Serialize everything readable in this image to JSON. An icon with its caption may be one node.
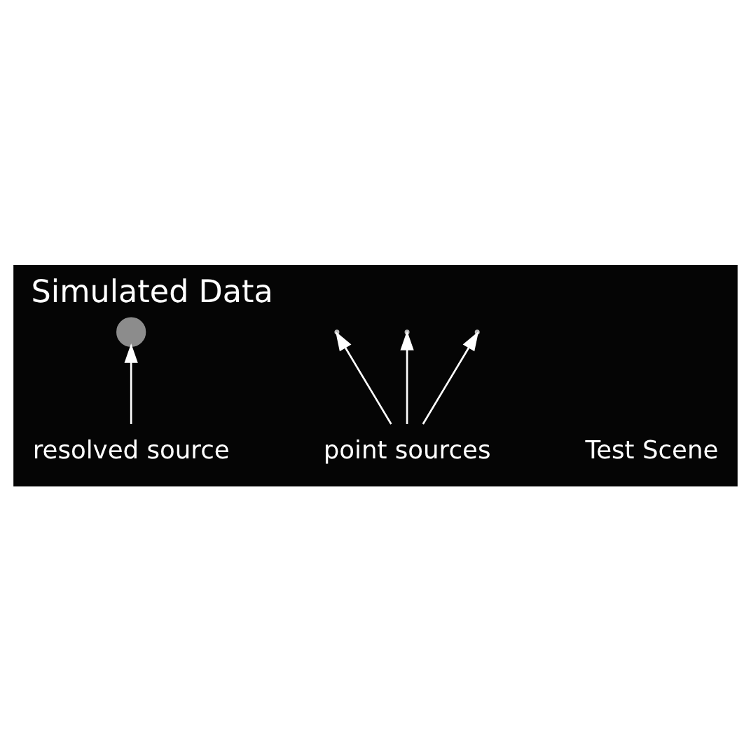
{
  "diagram": {
    "title": "Simulated Data",
    "nodes": [
      {
        "text": [
          "resolved source"
        ]
      },
      {
        "text": [],
        "shape": "circle"
      },
      {
        "text": [
          "point sources"
        ]
      }
    ],
    "edges": [
      {
        "from": 0,
        "to": 1,
        "arrow": "to"
      },
      {
        "from": 2,
        "to": null,
        "arrow": "to"
      },
      {
        "from": 2,
        "to": null,
        "arrow": "to"
      },
      {
        "from": 2,
        "to": null,
        "arrow": "to"
      }
    ],
    "labels": [
      "Test Scene"
    ]
  }
}
